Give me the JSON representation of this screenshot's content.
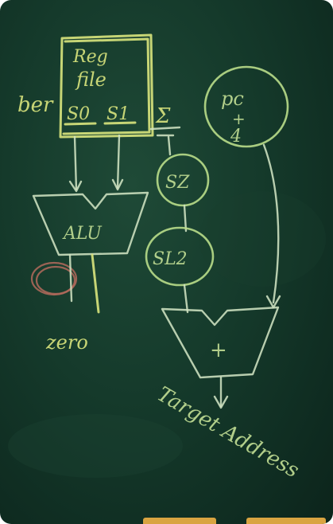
{
  "scene": {
    "register_file": {
      "line1": "Reg",
      "line2": "file",
      "s0": "S0",
      "s1": "S1"
    },
    "left_note": "ber",
    "alu_label": "ALU",
    "zero_label": "zero",
    "sigma_label": "Σ",
    "sz_label": "SZ",
    "sl2_label": "SL2",
    "pc_label_1": "pc",
    "pc_label_2": "+",
    "pc_label_3": "4",
    "adder_label": "+",
    "target_label": "Target Address"
  },
  "colors": {
    "board": "#153a2b",
    "chalk_yellow": "#d6e27c",
    "chalk_green": "#b9dd8a",
    "chalk_red": "#b36a5c",
    "tray": "#d9a441"
  }
}
